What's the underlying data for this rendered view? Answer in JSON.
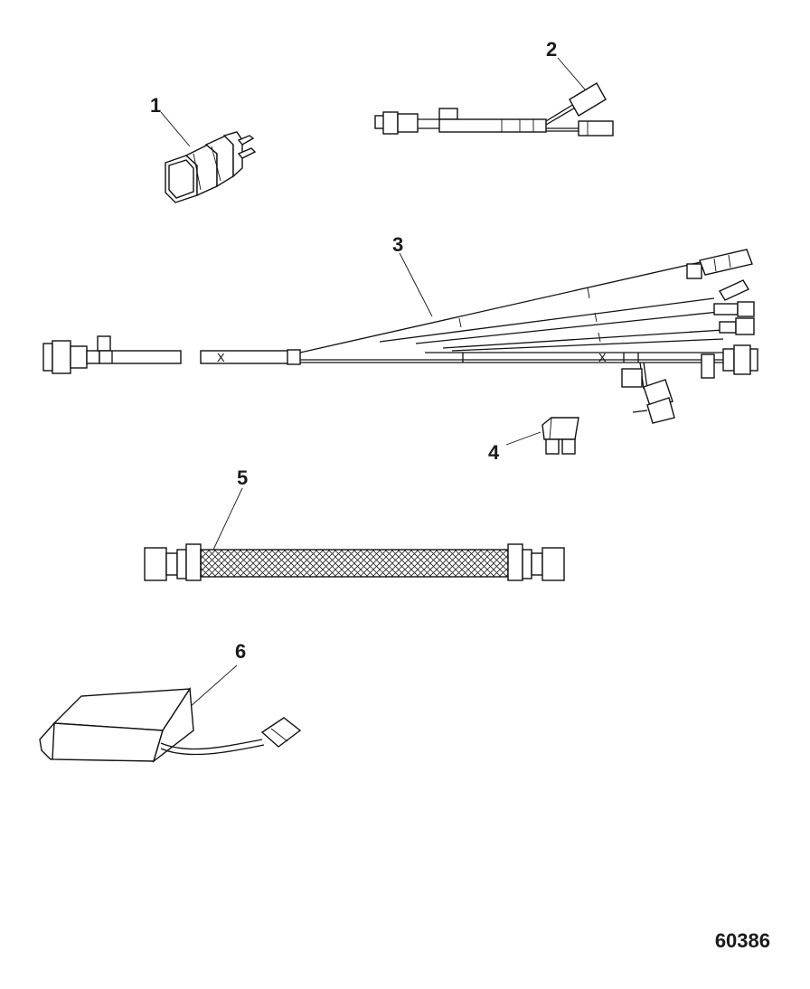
{
  "callouts": [
    "1",
    "2",
    "3",
    "4",
    "5",
    "6"
  ],
  "harness_marks": [
    "X",
    "X"
  ],
  "figure_number": "60386"
}
